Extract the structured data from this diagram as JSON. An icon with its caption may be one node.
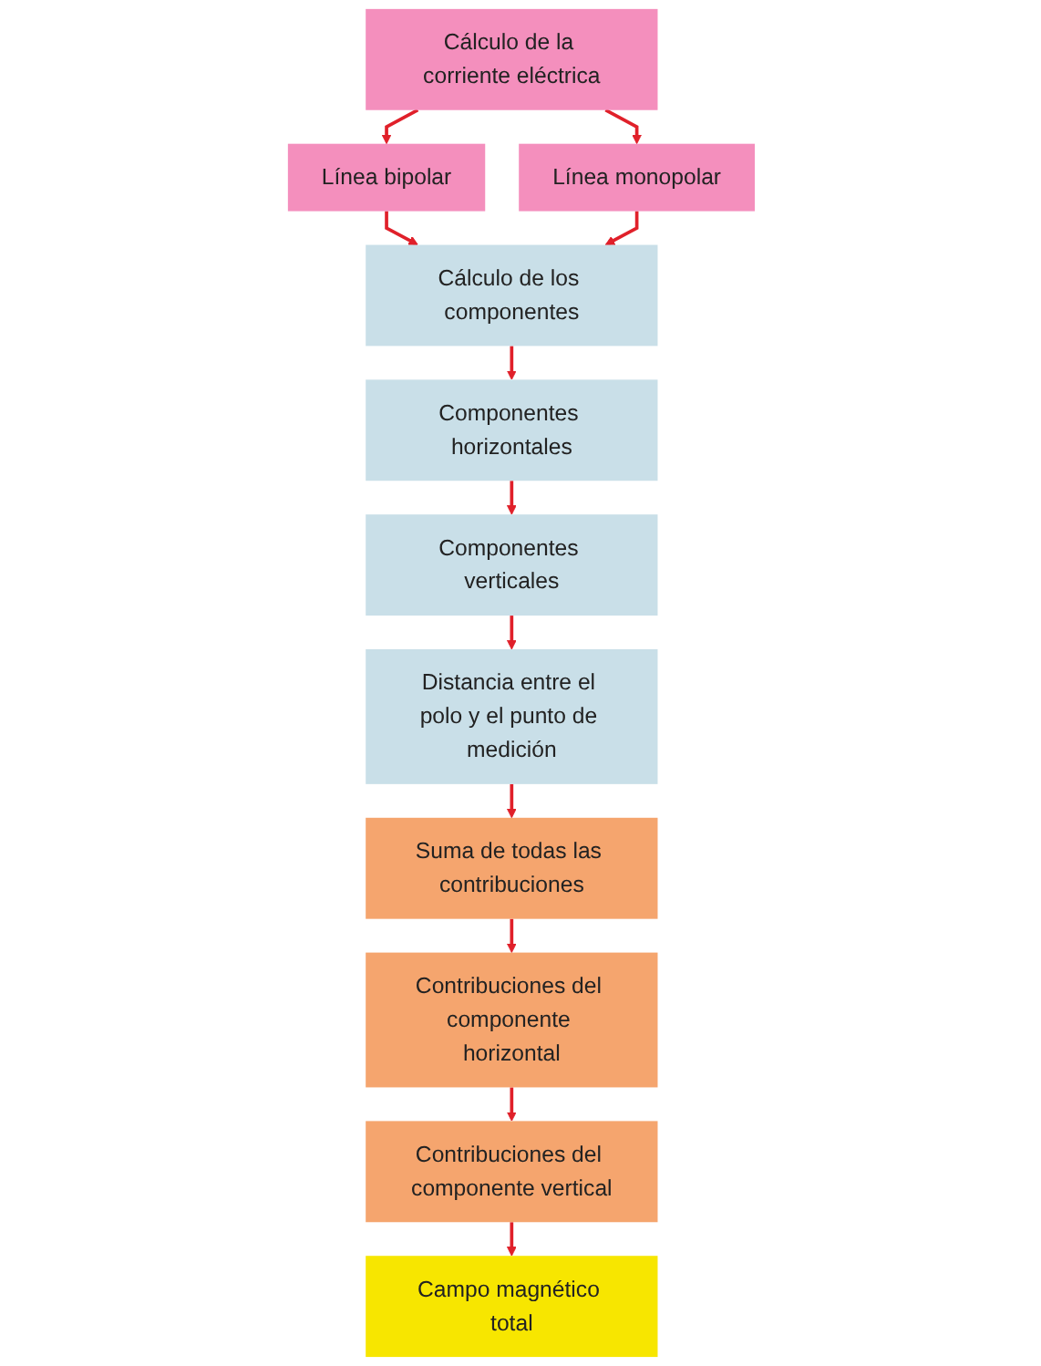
{
  "diagram": {
    "nodes": [
      {
        "text": [
          "Cálculo de la corriente eléctrica"
        ]
      },
      {
        "text": [
          "Línea bipolar"
        ]
      },
      {
        "text": [
          "Línea monopolar"
        ]
      },
      {
        "text": [
          "Cálculo de los componentes"
        ]
      },
      {
        "text": [
          "Componentes horizontales"
        ]
      },
      {
        "text": [
          "Componentes verticales"
        ]
      },
      {
        "text": [
          "Distancia entre el polo y el punto de medición"
        ]
      },
      {
        "text": [
          "Suma de todas las contribuciones"
        ]
      },
      {
        "text": [
          "Contribuciones del componente horizontal"
        ]
      },
      {
        "text": [
          "Contribuciones del componente vertical"
        ]
      },
      {
        "text": [
          "Campo magnético total"
        ]
      }
    ],
    "edges": [
      {
        "from": 0,
        "to": 1,
        "arrow": "to"
      },
      {
        "from": 0,
        "to": 2,
        "arrow": "to"
      },
      {
        "from": 1,
        "to": 3,
        "arrow": "to"
      },
      {
        "from": 2,
        "to": 3,
        "arrow": "to"
      },
      {
        "from": 3,
        "to": 4,
        "arrow": "to"
      },
      {
        "from": 4,
        "to": 5,
        "arrow": "to"
      },
      {
        "from": 5,
        "to": 6,
        "arrow": "to"
      },
      {
        "from": 6,
        "to": 7,
        "arrow": "to"
      },
      {
        "from": 7,
        "to": 8,
        "arrow": "to"
      },
      {
        "from": 8,
        "to": 9,
        "arrow": "to"
      },
      {
        "from": 9,
        "to": 10,
        "arrow": "to"
      }
    ]
  }
}
